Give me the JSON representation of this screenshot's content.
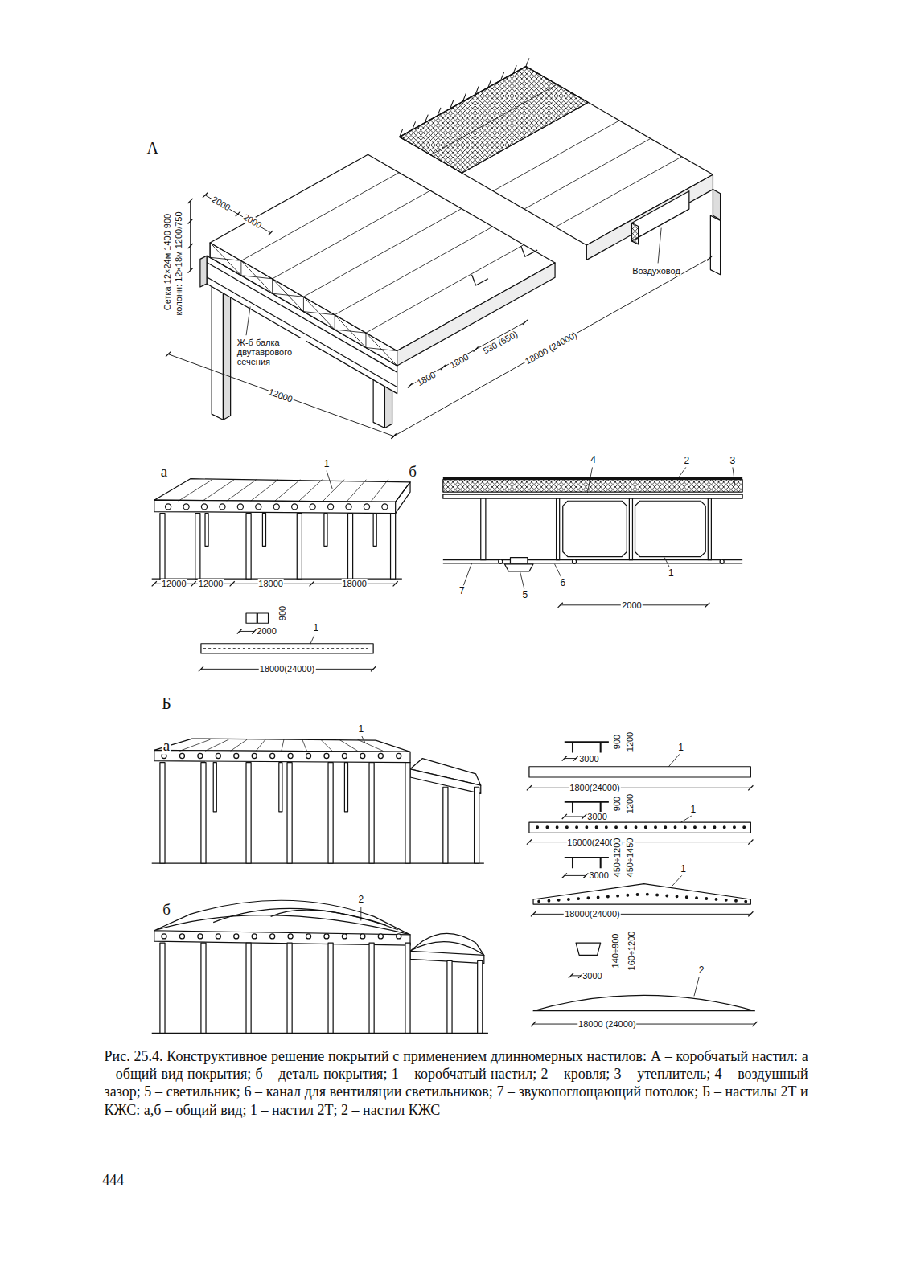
{
  "diagram": {
    "caption": "Рис. 25.4. Конструктивное решение покрытий с применением длинномерных настилов: А – коробчатый настил: а – общий вид покрытия; б – деталь покрытия; 1 – коробчатый настил; 2 – кровля; 3 – утеплитель; 4 – воздушный зазор; 5 – светильник; 6 – канал для вентиляции светильников; 7 – звукопоглощающий потолок; Б – настилы 2Т и КЖС: а,б – общий вид; 1 – настил 2Т; 2 – настил КЖС",
    "labels": [
      "А",
      "Сетка 12×24м 1400 900",
      "колонн: 12×18м 1200/750",
      "2000",
      "2000",
      "Воздуховод",
      "1800",
      "1800",
      "530 (650)",
      "Ж-б балка двутаврового сечения",
      "12000",
      "18000 (24000)",
      "а",
      "1",
      "12000",
      "12000",
      "18000",
      "18000",
      "900",
      "2000",
      "1",
      "18000(24000)",
      "б",
      "4",
      "2",
      "3",
      "7",
      "5",
      "6",
      "1",
      "2000",
      "Б",
      "а",
      "1",
      "б",
      "2",
      "3000",
      "900",
      "1200",
      "1",
      "1800(24000)",
      "3000",
      "900",
      "1200",
      "1",
      "16000(24000)",
      "3000",
      "450÷1200",
      "450÷1450",
      "1",
      "18000(24000)",
      "3000",
      "140÷900",
      "160÷1200",
      "2",
      "18000 (24000)",
      "444"
    ]
  }
}
